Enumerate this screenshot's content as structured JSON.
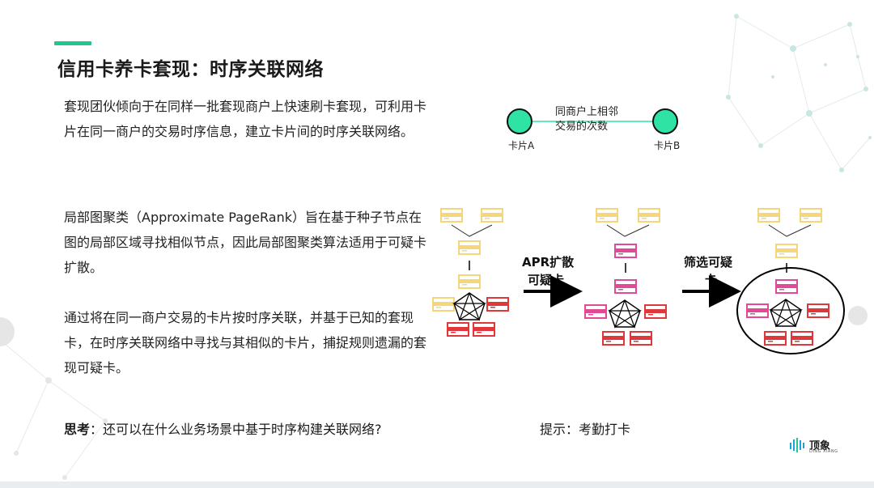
{
  "title": "信用卡养卡套现：时序关联网络",
  "paragraphs": [
    "套现团伙倾向于在同样一批套现商户上快速刷卡套现，可利用卡片在同一商户的交易时序信息，建立卡片间的时序关联网络。",
    "局部图聚类（Approximate PageRank）旨在基于种子节点在图的局部区域寻找相似节点，因此局部图聚类算法适用于可疑卡扩散。",
    "通过将在同一商户交易的卡片按时序关联，并基于已知的套现卡，在时序关联网络中寻找与其相似的卡片，捕捉规则遗漏的套现可疑卡。"
  ],
  "legend": {
    "edge_label_line1": "同商户上相邻",
    "edge_label_line2": "交易的次数",
    "node_a": "卡片A",
    "node_b": "卡片B"
  },
  "flow": {
    "arrow1_line1": "APR扩散",
    "arrow1_line2": "可疑卡",
    "arrow2_line1": "筛选可疑",
    "arrow2_line2": "卡"
  },
  "think": {
    "label": "思考",
    "text": "：还可以在什么业务场景中基于时序构建关联网络?"
  },
  "hint": "提示：考勤打卡",
  "logo": {
    "name": "顶象",
    "sub": "DING XIANG"
  },
  "colors": {
    "accent": "#1fc88f",
    "node_fill": "#2fe3a4",
    "normal_card": "#f5d77a",
    "suspect_card": "#e04a96",
    "fraud_card": "#e0373a"
  }
}
